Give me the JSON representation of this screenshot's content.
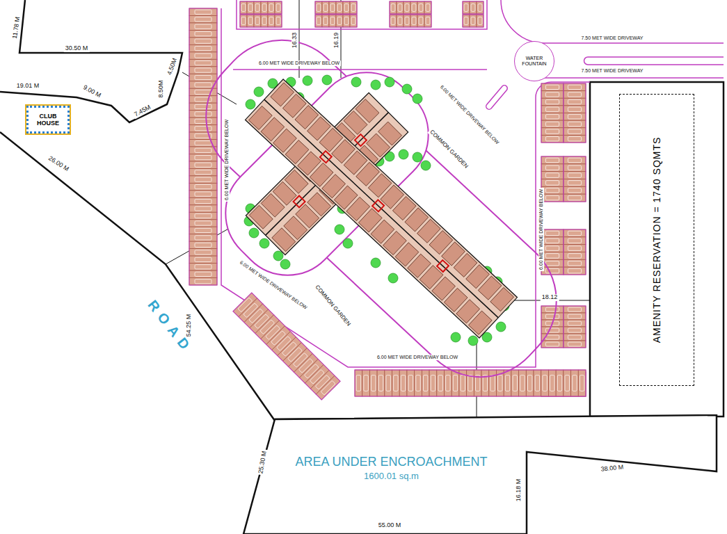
{
  "diagram": {
    "nodes": [
      {
        "text": [
          "CLUB HOUSE"
        ]
      },
      {
        "text": [
          "WATER FOUNTAIN"
        ]
      },
      {
        "text": [
          "AMENITY RESERVATION = 1740 SQMTS"
        ]
      },
      {
        "text": [
          "AREA UNDER ENCROACHMENT",
          "1600.01 sq.m"
        ]
      }
    ],
    "edges": [],
    "labels": [
      "11.78 M",
      "30.50 M",
      "4.50M",
      "19.01 M",
      "9.00 M",
      "8.50M",
      "7.45M",
      "26.00 M",
      "16.33",
      "16.19",
      "6.00 MET WIDE DRIVEWAY BELOW",
      "7.50 MET WIDE DRIVEWAY",
      "7.50 MET WIDE DRIVEWAY",
      "6.00 MET WIDE DRIVEWAY BELOW",
      "6.00 MET WIDE DRIVEWAY BELOW",
      "COMMON GARDEN",
      "6.00 MET WIDE DRIVEWAY BELOW",
      "18.12",
      "ROAD",
      "54.25 M",
      "COMMON GARDEN",
      "6.00 MET WIDE DRIVEWAY BELOW",
      "6.00 MET WIDE DRIVEWAY BELOW",
      "25.30 M",
      "16.18 M",
      "38.00 M",
      "55.00 M"
    ]
  }
}
